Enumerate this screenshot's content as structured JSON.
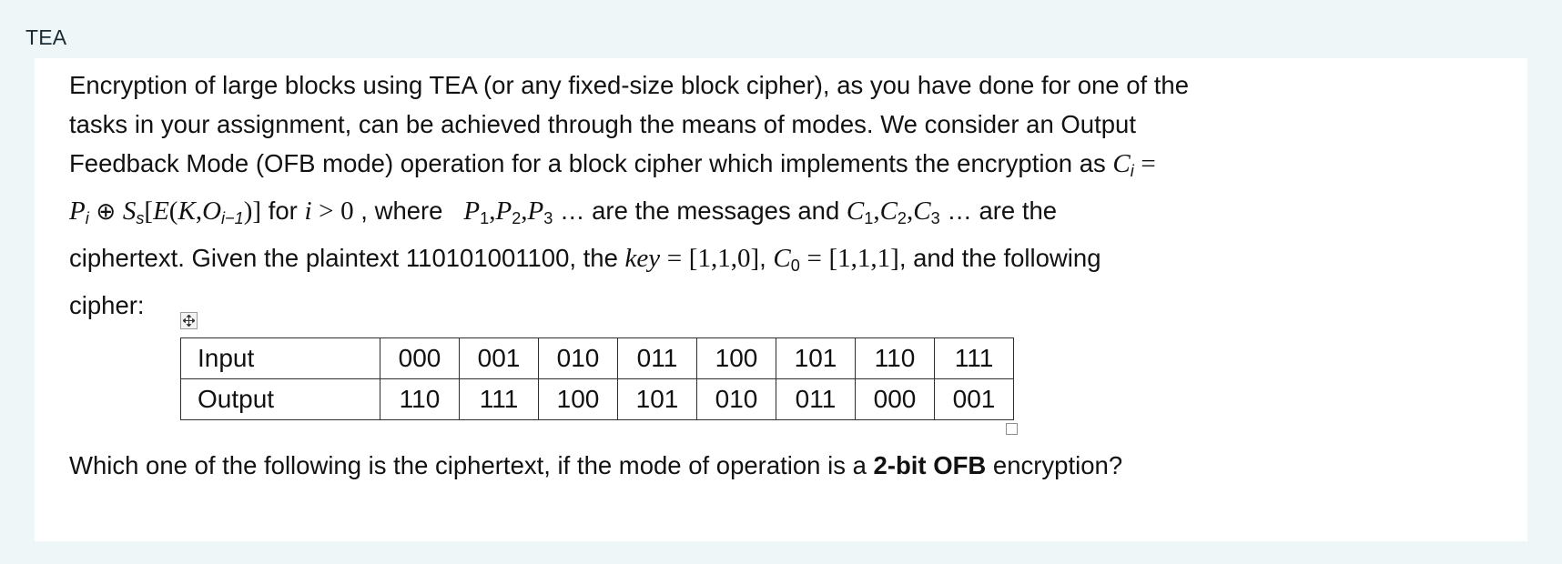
{
  "section": {
    "title": "TEA"
  },
  "passage": {
    "line1": "Encryption of large blocks using TEA (or any fixed-size block cipher), as you have done for one of the",
    "line2": "tasks in your assignment, can be achieved through the means of modes. We consider an Output",
    "line3_a": "Feedback Mode (OFB mode) operation for a block cipher which implements the encryption as",
    "line3_math": "C",
    "line3_math_sub": "i",
    "line3_math_eq": "=",
    "line4_math_P": "P",
    "line4_math_P_sub": "i",
    "line4_op_xor": "⊕",
    "line4_math_S": "S",
    "line4_math_S_sub": "s",
    "line4_bracket_open": "[",
    "line4_math_E": "E",
    "line4_paren_open": "(",
    "line4_math_K": "K",
    "line4_comma": ",",
    "line4_math_O": "O",
    "line4_math_O_sub": "i−1",
    "line4_paren_close": ")",
    "line4_bracket_close": "]",
    "line4_for": "for",
    "line4_math_i": "i",
    "line4_gt": ">",
    "line4_zero": "0",
    "line4_comma2": ",",
    "line4_where": "where",
    "line4_P1": "P",
    "line4_P1_sub": "1",
    "line4_P2": "P",
    "line4_P2_sub": "2",
    "line4_P3": "P",
    "line4_P3_sub": "3",
    "line4_ellipsis": "…",
    "line4_are_msgs": "are   the   messages   and",
    "line4_C1": "C",
    "line4_C1_sub": "1",
    "line4_C2": "C",
    "line4_C2_sub": "2",
    "line4_C3": "C",
    "line4_C3_sub": "3",
    "line4_ellipsis2": "…",
    "line4_are_the": "are   the",
    "line5_a": "ciphertext. Given the plaintext 110101001100, the",
    "line5_key": "key",
    "line5_eq1": "=",
    "line5_keyval": "[1,1,0]",
    "line5_comma": ",",
    "line5_C0": "C",
    "line5_C0_sub": "0",
    "line5_eq2": "=",
    "line5_c0val": "[1,1,1]",
    "line5_b": ", and the following",
    "line6": "cipher:"
  },
  "table": {
    "move_handle_icon": "move-icon",
    "resize_handle_icon": "resize-handle-icon",
    "rows": [
      {
        "label": "Input",
        "values": [
          "000",
          "001",
          "010",
          "011",
          "100",
          "101",
          "110",
          "111"
        ]
      },
      {
        "label": "Output",
        "values": [
          "110",
          "111",
          "100",
          "101",
          "010",
          "011",
          "000",
          "001"
        ]
      }
    ]
  },
  "question": {
    "prefix": "Which one of the following is the ciphertext, if the mode of operation is a ",
    "emphasis": "2-bit OFB",
    "suffix": " encryption?"
  }
}
